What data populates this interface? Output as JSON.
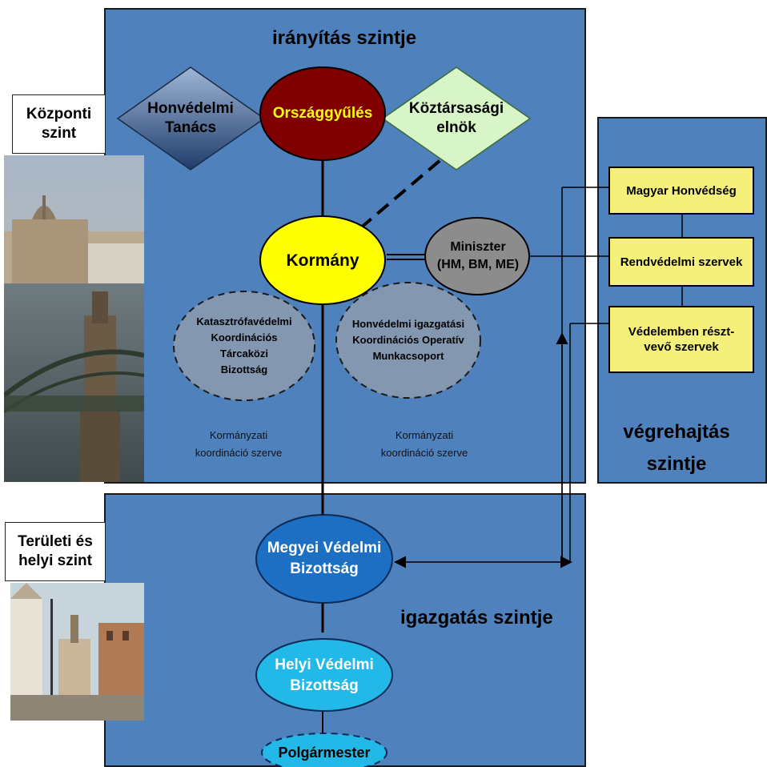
{
  "levels": {
    "iranyitas": "irányítás szintje",
    "vegrehajtas_1": "végrehajtás",
    "vegrehajtas_2": "szintje",
    "igazgatas": "igazgatás szintje"
  },
  "side_labels": {
    "kozponti_1": "Központi",
    "kozponti_2": "szint",
    "teruleti_1": "Területi és",
    "teruleti_2": "helyi szint"
  },
  "nodes": {
    "honvedelmi_tanacs_1": "Honvédelmi",
    "honvedelmi_tanacs_2": "Tanács",
    "orszaggyules": "Országgyűlés",
    "koztarsasagi_1": "Köztársasági",
    "koztarsasagi_2": "elnök",
    "kormany": "Kormány",
    "miniszter_1": "Miniszter",
    "miniszter_2": "(HM, BM, ME)",
    "katasztrofa_1": "Katasztrófavédelmi",
    "katasztrofa_2": "Koordinációs",
    "katasztrofa_3": "Tárcaközi",
    "katasztrofa_4": "Bizottság",
    "honv_igazg_1": "Honvédelmi igazgatási",
    "honv_igazg_2": "Koordinációs Operatív",
    "honv_igazg_3": "Munkacsoport",
    "korm_koord_1a": "Kormányzati",
    "korm_koord_1b": "koordináció szerve",
    "korm_koord_2a": "Kormányzati",
    "korm_koord_2b": "koordináció szerve",
    "megyei_1": "Megyei Védelmi",
    "megyei_2": "Bizottság",
    "helyi_1": "Helyi Védelmi",
    "helyi_2": "Bizottság",
    "polgarmester": "Polgármester"
  },
  "executors": {
    "honvedseg": "Magyar Honvédség",
    "rendvedelmi": "Rendvédelmi szervek",
    "vedelem_1": "Védelemben részt-",
    "vedelem_2": "vevő szervek"
  },
  "colors": {
    "panel": "#4f81bd",
    "orszaggyules": "#800000",
    "orszaggyules_text": "#ffff00",
    "kormany": "#ffff00",
    "koztarsasagi": "#d8f5c8",
    "megyei": "#1d6fc4",
    "helyi": "#22b8e8",
    "executor": "#f5f07a"
  }
}
